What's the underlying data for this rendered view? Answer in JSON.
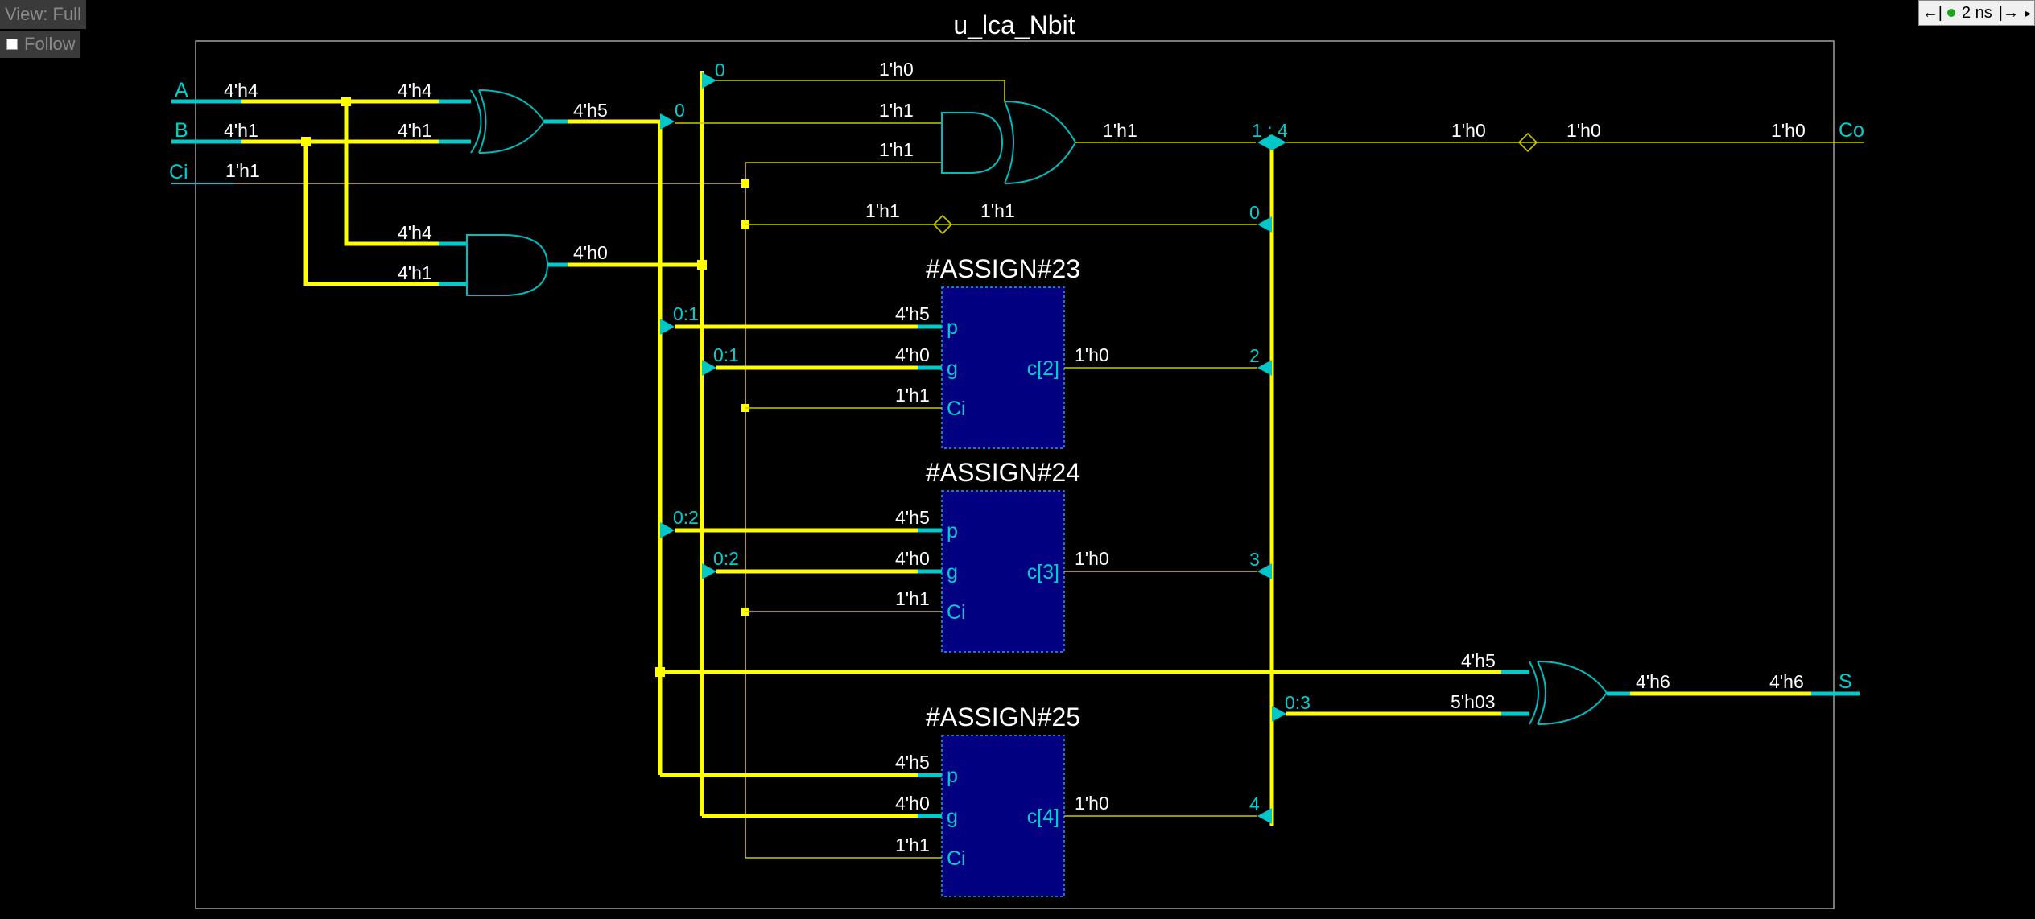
{
  "toolbar": {
    "view_label": "View: Full",
    "follow_label": "Follow"
  },
  "time_widget": {
    "left_glyph": "←|",
    "value": "2 ns",
    "right_glyph": "|→",
    "arrow": "▸"
  },
  "module": {
    "title": "u_lca_Nbit"
  },
  "ports": {
    "A": "A",
    "B": "B",
    "Ci": "Ci",
    "Co": "Co",
    "S": "S"
  },
  "values": {
    "a_in": "4'h4",
    "b_in": "4'h1",
    "ci_in": "1'h1",
    "xor_a": "4'h4",
    "xor_b": "4'h1",
    "xor_out": "4'h5",
    "and_a": "4'h4",
    "and_b": "4'h1",
    "and_out": "4'h0",
    "top_0": "1'h0",
    "top_1": "1'h1",
    "top_2": "1'h1",
    "or_out": "1'h1",
    "co_1": "1'h0",
    "co_2": "1'h0",
    "co_3": "1'h0",
    "c0_left": "1'h1",
    "c0_right": "1'h1",
    "a23_p": "4'h5",
    "a23_g": "4'h0",
    "a23_ci": "1'h1",
    "a23_c": "1'h0",
    "a24_p": "4'h5",
    "a24_g": "4'h0",
    "a24_ci": "1'h1",
    "a24_c": "1'h0",
    "a25_p": "4'h5",
    "a25_g": "4'h0",
    "a25_ci": "1'h1",
    "a25_c": "1'h0",
    "xs_p": "4'h5",
    "xs_c": "5'h03",
    "s_mid": "4'h6",
    "s_out": "4'h6"
  },
  "bus_indices": {
    "p0": "0",
    "g0": "0",
    "p01": "0:1",
    "g01": "0:1",
    "p02": "0:2",
    "g02": "0:2",
    "c_top": "1 : 4",
    "c0": "0",
    "c2": "2",
    "c3": "3",
    "c4": "4",
    "c03": "0:3"
  },
  "assign_blocks": [
    {
      "title": "#ASSIGN#23",
      "pin_p": "p",
      "pin_g": "g",
      "pin_ci": "Ci",
      "pin_c": "c[2]"
    },
    {
      "title": "#ASSIGN#24",
      "pin_p": "p",
      "pin_g": "g",
      "pin_ci": "Ci",
      "pin_c": "c[3]"
    },
    {
      "title": "#ASSIGN#25",
      "pin_p": "p",
      "pin_g": "g",
      "pin_ci": "Ci",
      "pin_c": "c[4]"
    }
  ],
  "colors": {
    "bus": "#ffff00",
    "wire": "#c8c800",
    "port": "#00cccc",
    "text": "#ffffff",
    "block_fill": "#000080"
  }
}
